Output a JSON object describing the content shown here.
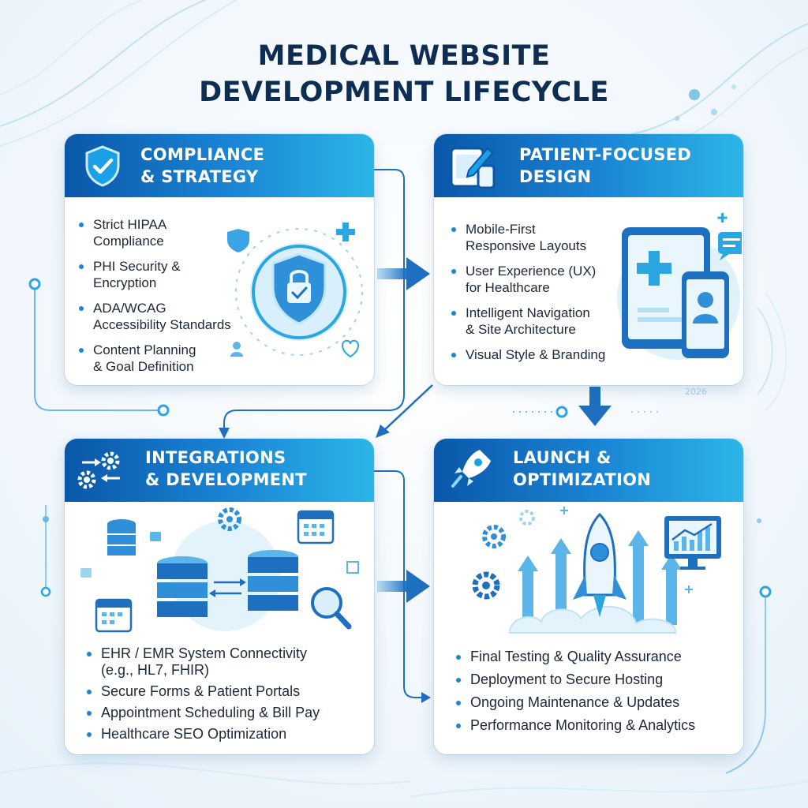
{
  "title": {
    "line1": "MEDICAL WEBSITE",
    "line2": "DEVELOPMENT LIFECYCLE"
  },
  "cards": {
    "compliance": {
      "title_line1": "COMPLIANCE",
      "title_line2": "& STRATEGY",
      "icon": "shield-check-icon",
      "bullets": [
        {
          "l1": "Strict HIPAA",
          "l2": "Compliance"
        },
        {
          "l1": "PHI Security &",
          "l2": "Encryption"
        },
        {
          "l1": "ADA/WCAG",
          "l2": "Accessibility Standards"
        },
        {
          "l1": "Content Planning",
          "l2": "& Goal Definition"
        }
      ]
    },
    "design": {
      "title_line1": "PATIENT-FOCUSED",
      "title_line2": "DESIGN",
      "icon": "tablet-pen-icon",
      "bullets": [
        {
          "l1": "Mobile-First",
          "l2": "Responsive Layouts"
        },
        {
          "l1": "User Experience (UX)",
          "l2": "for Healthcare"
        },
        {
          "l1": "Intelligent Navigation",
          "l2": "& Site Architecture"
        },
        {
          "l1": "Visual Style & Branding",
          "l2": ""
        }
      ]
    },
    "integrations": {
      "title_line1": "INTEGRATIONS",
      "title_line2": "& DEVELOPMENT",
      "icon": "gears-sync-icon",
      "bullets": [
        {
          "l1": "EHR / EMR System Connectivity",
          "l2": "(e.g., HL7, FHIR)"
        },
        {
          "l1": "Secure Forms & Patient Portals",
          "l2": ""
        },
        {
          "l1": "Appointment Scheduling & Bill Pay",
          "l2": ""
        },
        {
          "l1": "Healthcare SEO Optimization",
          "l2": ""
        }
      ]
    },
    "launch": {
      "title_line1": "LAUNCH &",
      "title_line2": "OPTIMIZATION",
      "icon": "rocket-icon",
      "bullets": [
        {
          "l1": "Final Testing & Quality Assurance",
          "l2": ""
        },
        {
          "l1": "Deployment to Secure Hosting",
          "l2": ""
        },
        {
          "l1": "Ongoing Maintenance & Updates",
          "l2": ""
        },
        {
          "l1": "Performance Monitoring & Analytics",
          "l2": ""
        }
      ]
    }
  },
  "decor": {
    "year_text": "2026"
  },
  "colors": {
    "title": "#0d2d52",
    "header_start": "#0a57a8",
    "header_end": "#2bb6e6",
    "accent": "#1d86d0",
    "arrow": "#1e6fc0"
  }
}
